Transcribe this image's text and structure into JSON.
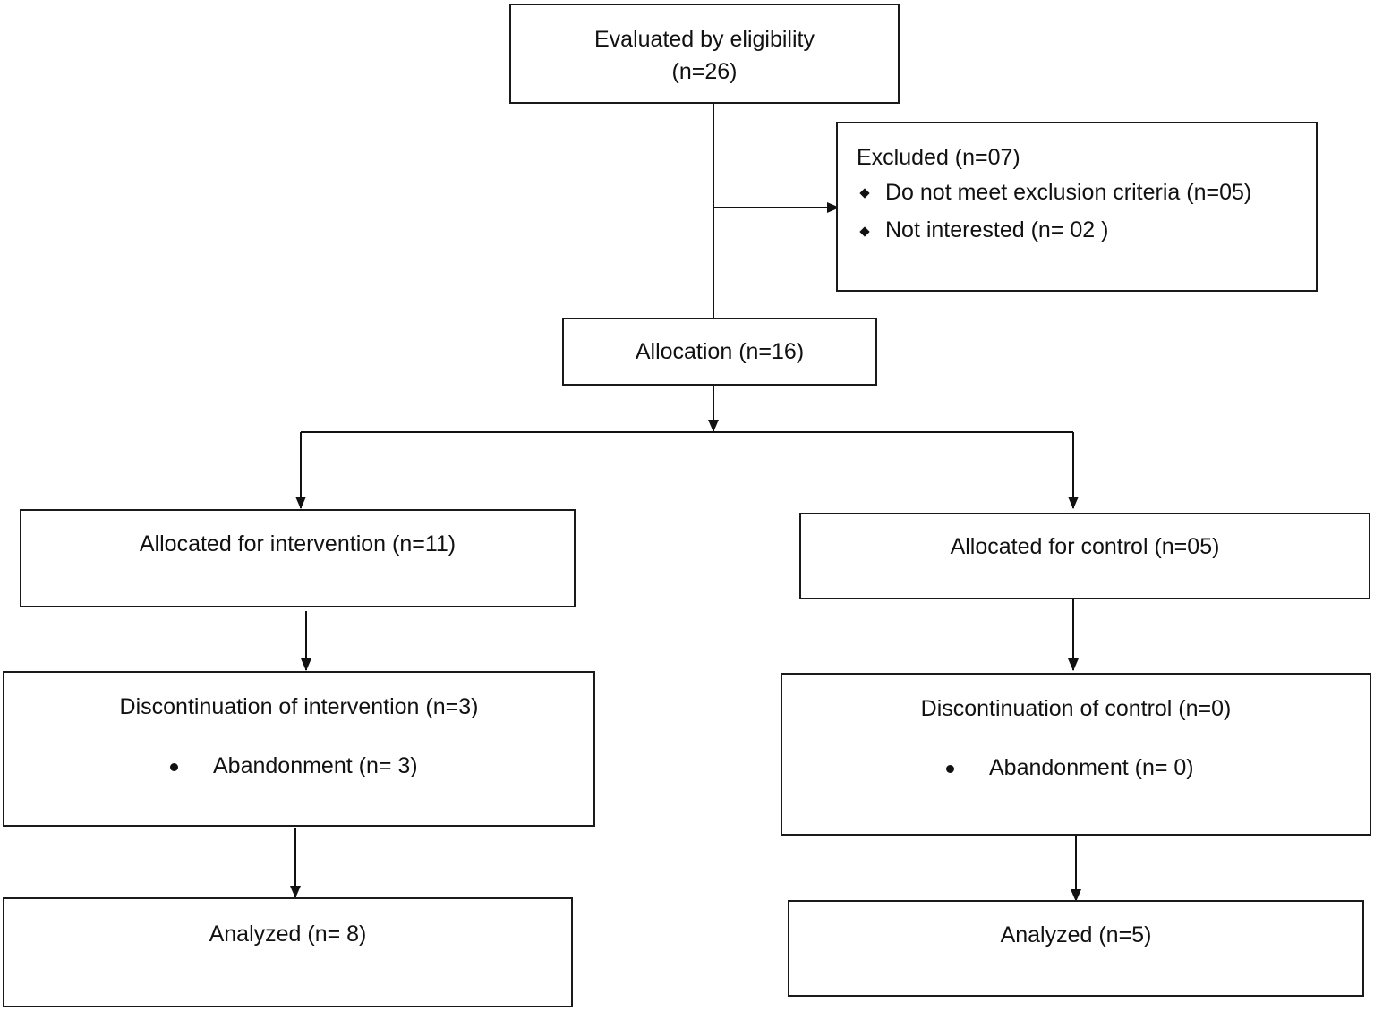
{
  "nodes": {
    "eligibility": {
      "line1": "Evaluated by eligibility",
      "line2": "(n=26)"
    },
    "excluded": {
      "title": "Excluded (n=07)",
      "items": [
        "Do not meet exclusion criteria (n=05)",
        "Not interested (n= 02 )"
      ]
    },
    "allocation": {
      "label": "Allocation (n=16)"
    },
    "intervention": {
      "label": "Allocated for intervention (n=11)"
    },
    "control": {
      "label": "Allocated for control (n=05)"
    },
    "discontinuation_intervention": {
      "title": "Discontinuation of intervention (n=3)",
      "items": [
        "Abandonment (n= 3)"
      ]
    },
    "discontinuation_control": {
      "title": "Discontinuation of control (n=0)",
      "items": [
        "Abandonment (n= 0)"
      ]
    },
    "analyzed_intervention": {
      "label": "Analyzed (n= 8)"
    },
    "analyzed_control": {
      "label": "Analyzed (n=5)"
    }
  }
}
